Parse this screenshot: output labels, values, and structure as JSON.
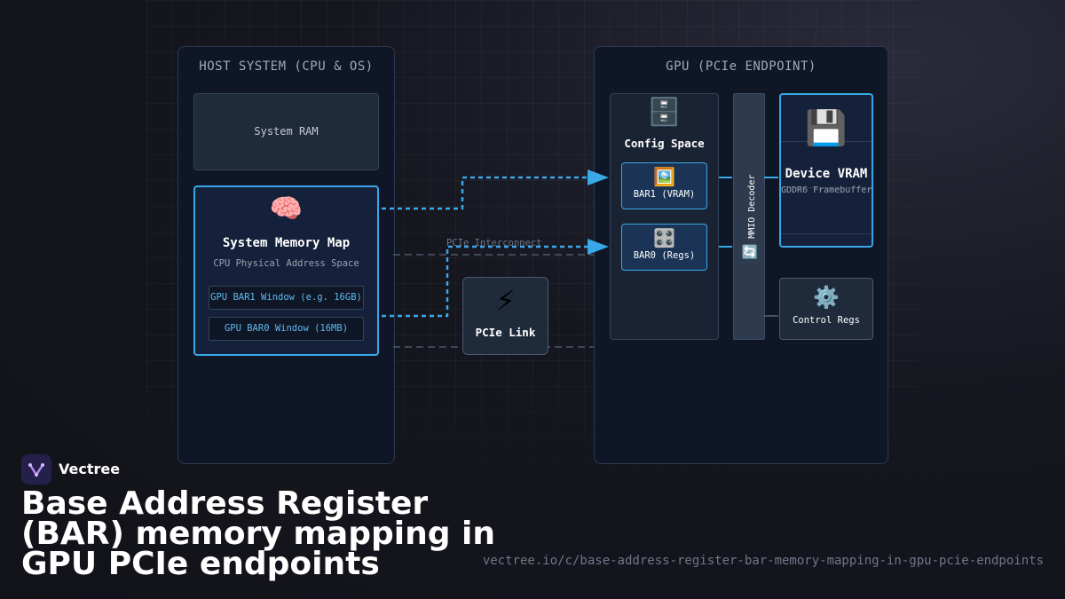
{
  "diagram": {
    "host": {
      "title": "HOST SYSTEM (CPU & OS)",
      "system_ram": "System RAM",
      "memory_map": {
        "icon": "🧠",
        "title": "System Memory Map",
        "subtitle": "CPU Physical Address Space",
        "bar1_window": "GPU BAR1 Window (e.g. 16GB)",
        "bar0_window": "GPU BAR0 Window (16MB)"
      }
    },
    "interconnect": {
      "label": "PCIe Interconnect",
      "link_icon": "⚡",
      "link_label": "PCIe Link"
    },
    "gpu": {
      "title": "GPU (PCIe ENDPOINT)",
      "config_space": {
        "icon": "🗄️",
        "title": "Config Space",
        "bar1": {
          "icon": "🖼️",
          "label": "BAR1 (VRAM)"
        },
        "bar0": {
          "icon": "🎛️",
          "label": "BAR0 (Regs)"
        }
      },
      "mmio_decoder": {
        "icon": "🔄",
        "label": "MMIO Decoder"
      },
      "vram": {
        "icon": "💾",
        "title": "Device VRAM",
        "subtitle": "GDDR6 Framebuffer"
      },
      "control_regs": {
        "icon": "⚙️",
        "label": "Control Regs"
      }
    },
    "colors": {
      "accent": "#3aa8e8",
      "panel": "#0f1626",
      "border": "#2b3a52"
    }
  },
  "brand": {
    "name": "Vectree",
    "logo_icon": "vectree-logo"
  },
  "page": {
    "title": "Base Address Register (BAR) memory mapping in GPU PCIe endpoints",
    "url": "vectree.io/c/base-address-register-bar-memory-mapping-in-gpu-pcie-endpoints"
  }
}
